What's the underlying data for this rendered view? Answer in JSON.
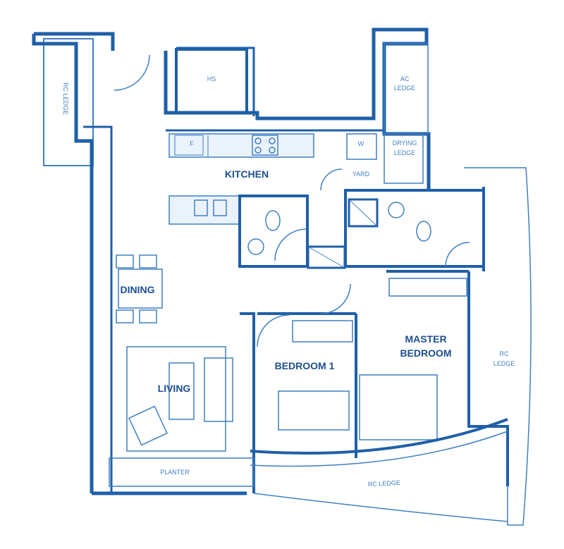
{
  "colors": {
    "wall": "#1f5fa8",
    "line": "#3f7fc4",
    "fill_light": "#eaf2fb",
    "label": "#1d4f8f",
    "background": "#ffffff"
  },
  "rooms": {
    "kitchen": "KITCHEN",
    "dining": "DINING",
    "living": "LIVING",
    "bedroom1": "BEDROOM 1",
    "master_line1": "MASTER",
    "master_line2": "BEDROOM"
  },
  "small_labels": {
    "hs": "HS",
    "ac_line1": "AC",
    "ac_line2": "LEDGE",
    "drying_line1": "DRYING",
    "drying_line2": "LEDGE",
    "yard": "YARD",
    "w": "W",
    "f": "F",
    "rc_ledge_left": "RC LEDGE",
    "rc_line1": "RC",
    "rc_line2": "LEDGE",
    "rc_ledge_bottom": "RC LEDGE",
    "planter": "PLANTER"
  },
  "icons": [
    "toilet-icon",
    "basin-icon",
    "shower-icon",
    "bed-icon",
    "sofa-icon",
    "armchair-icon",
    "hob-icon",
    "sink-icon",
    "fridge-icon",
    "washer-icon",
    "wardrobe-icon",
    "dining-set-icon",
    "door-swing-icon"
  ]
}
